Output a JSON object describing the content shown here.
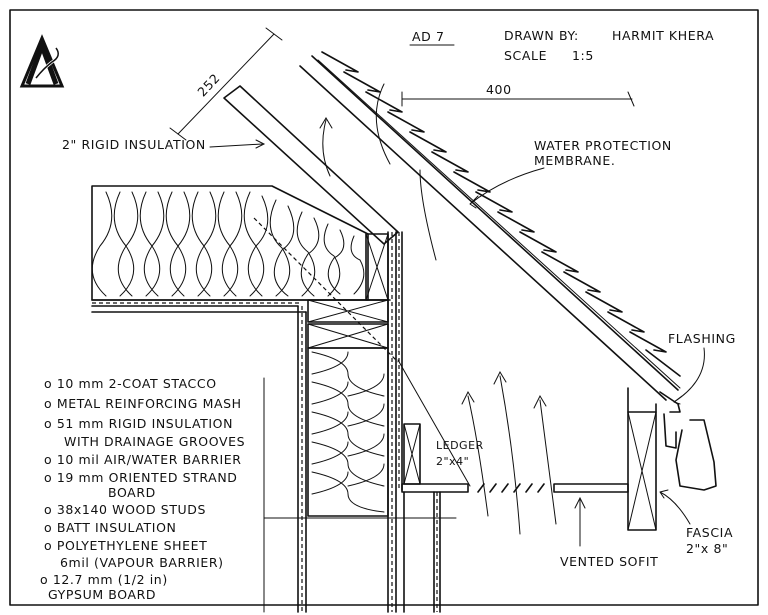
{
  "title_block": {
    "sheet": "AD 7",
    "drawn_by_label": "DRAWN BY:",
    "author": "HARMIT KHERA",
    "scale_label": "SCALE",
    "scale_value": "1:5"
  },
  "dimensions": {
    "slope": "252",
    "horizontal": "400"
  },
  "callouts": {
    "rigid_insulation": "2\" RIGID INSULATION",
    "water_membrane_1": "WATER PROTECTION",
    "water_membrane_2": "MEMBRANE.",
    "flashing": "FLASHING",
    "ledger_1": "LEDGER",
    "ledger_2": "2\"x4\"",
    "fascia_1": "FASCIA",
    "fascia_2": "2\"x 8\"",
    "vented_soffit": "VENTED SOFIT"
  },
  "wall_assembly": [
    "o 10 mm 2-COAT STACCO",
    "o METAL REINFORCING MASH",
    "o 51 mm RIGID INSULATION",
    "WITH DRAINAGE GROOVES",
    "o 10 mil AIR/WATER BARRIER",
    "o 19 mm ORIENTED STRAND",
    "BOARD",
    "o 38x140 WOOD STUDS",
    "o BATT INSULATION",
    "o POLYETHYLENE SHEET",
    "6mil (VAPOUR BARRIER)",
    "o 12.7 mm (1/2 in)",
    "GYPSUM BOARD"
  ],
  "icons": {
    "logo": "ds-monogram-logo"
  }
}
